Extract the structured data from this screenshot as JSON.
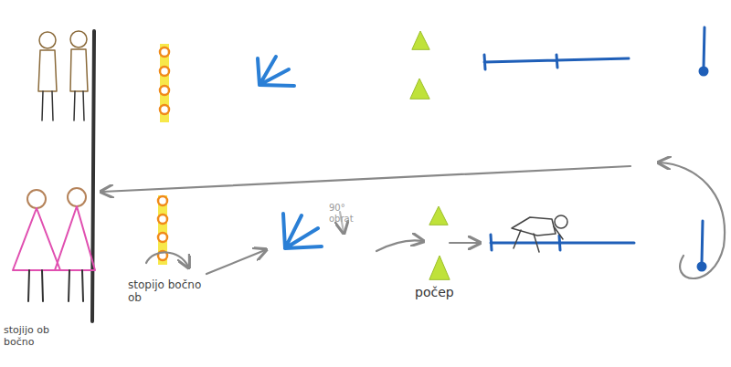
{
  "diagram": {
    "labels": [
      "stopijo bočno ob",
      "90° obrat",
      "počep",
      "stojijo ob bočno"
    ]
  }
}
